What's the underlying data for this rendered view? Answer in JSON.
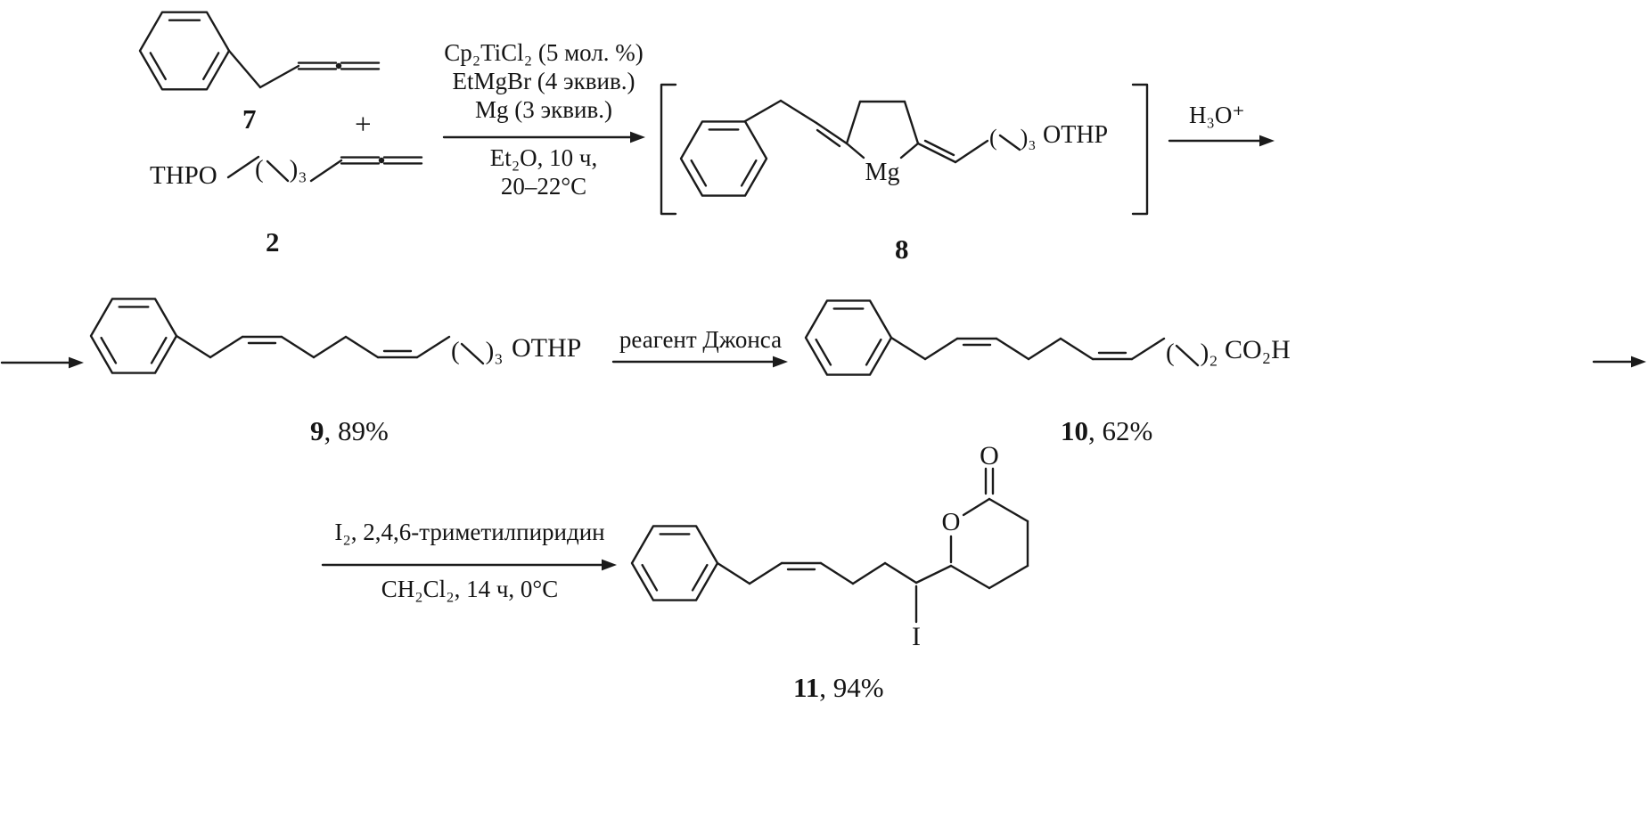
{
  "scheme": {
    "compound7": {
      "label": "7"
    },
    "plus": "+",
    "compound2": {
      "thpo": "THPO",
      "paren": "(  )₃",
      "label": "2"
    },
    "step1": {
      "above": [
        "Cp₂TiCl₂ (5 мол. %)",
        "EtMgBr (4 эквив.)",
        "Mg (3 эквив.)"
      ],
      "below": [
        "Et₂O, 10 ч,",
        "20–22°C"
      ]
    },
    "intermediate8": {
      "mg": "Mg",
      "paren": "(  )₃",
      "othp": "OTHP",
      "label": "8"
    },
    "step2": {
      "reagent": "H₃O⁺"
    },
    "compound9": {
      "paren": "(  )₃",
      "othp": "OTHP",
      "number": "9",
      "yield": ", 89%"
    },
    "step3": {
      "reagent": "реагент Джонса"
    },
    "compound10": {
      "paren": "(  )₂",
      "acid": "CO₂H",
      "number": "10",
      "yield": ", 62%"
    },
    "step4": {
      "above": "I₂, 2,4,6-триметилпиридин",
      "below": "CH₂Cl₂, 14 ч, 0°C"
    },
    "compound11": {
      "ring_o": "O",
      "carbonyl_o": "O",
      "iodo": "I",
      "number": "11",
      "yield": ", 94%"
    }
  }
}
